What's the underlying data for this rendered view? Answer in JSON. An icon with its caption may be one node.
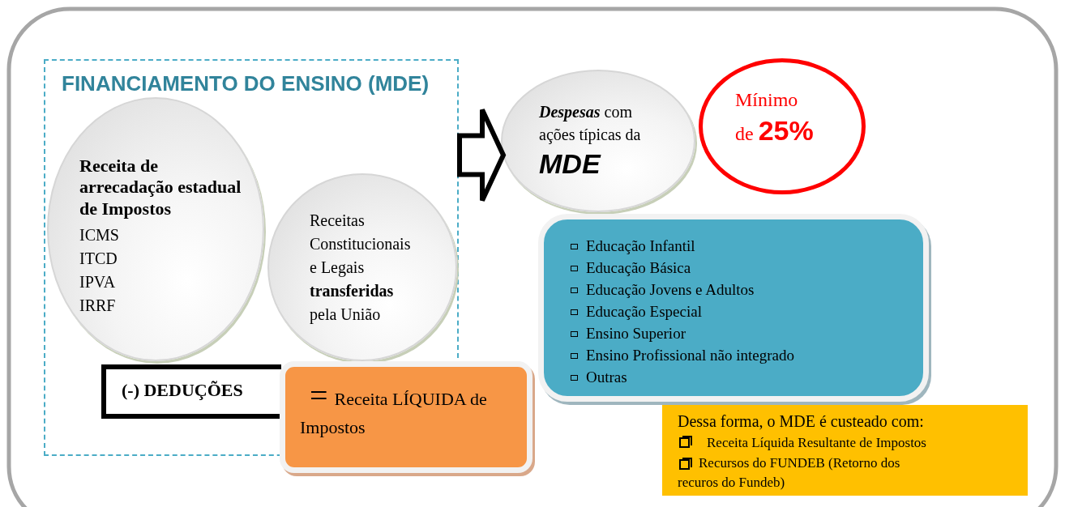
{
  "diagram": {
    "nodes": [
      {
        "text": [
          "FINANCIAMENTO DO ENSINO (MDE)"
        ]
      },
      {
        "text": [
          "Receita de arrecadação estadual de Impostos",
          "ICMS",
          "ITCD",
          "IPVA",
          "IRRF"
        ],
        "in": 0
      },
      {
        "text": [
          "Receitas Constitucionais e Legais **transferidas** pela União"
        ],
        "in": 0
      },
      {
        "text": [
          "(-) DEDUÇÕES"
        ],
        "in": 0
      },
      {
        "text": [
          "=",
          "Receita LÍQUIDA de Impostos"
        ]
      },
      {
        "text": [
          "**Despesas** com ações típicas da",
          "MDE"
        ]
      },
      {
        "text": [
          "Mínimo de **25%**"
        ]
      },
      {
        "text": [
          "Educação Infantil",
          "Educação Básica",
          "Educação Jovens e Adultos",
          "Educação Especial",
          "Ensino Superior",
          "Ensino Profissional não integrado",
          "Outras"
        ]
      },
      {
        "text": [
          "Dessa forma, o MDE é custeado com:",
          "Receita Líquida Resultante de Impostos",
          "Recursos do FUNDEB (Retorno dos recuros do Fundeb)"
        ]
      }
    ],
    "edges": [
      {
        "from": 0,
        "to": 5,
        "arrow": "to"
      }
    ]
  }
}
